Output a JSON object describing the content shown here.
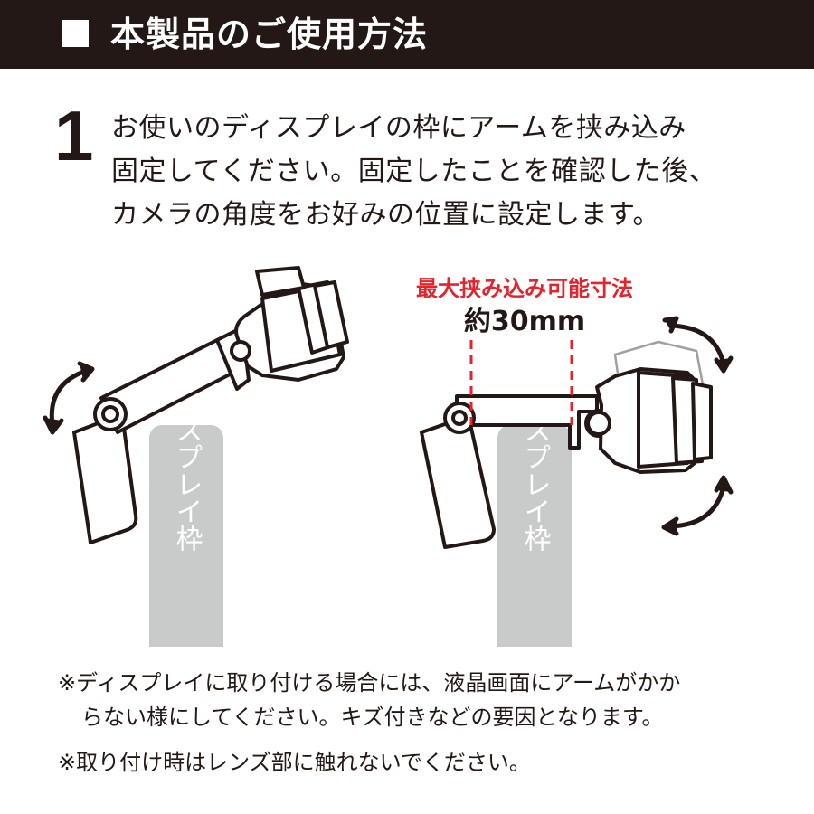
{
  "header": {
    "title": "本製品のご使用方法"
  },
  "step": {
    "number": "1",
    "lines": [
      "お使いのディスプレイの枠にアームを挟み込み",
      "固定してください。固定したことを確認した後、",
      "カメラの角度をお好みの位置に設定します。"
    ]
  },
  "diagram": {
    "max_clamp_label": "最大挟み込み可能寸法",
    "max_clamp_value": "約30mm",
    "display_frame_label": "ディスプレイ枠",
    "accent_color": "#e8212a",
    "frame_color": "#c9caca"
  },
  "notes": {
    "note1_lines": [
      "※ディスプレイに取り付ける場合には、液晶画面にアームがかか",
      "らない様にしてください。キズ付きなどの要因となります。"
    ],
    "note2": "※取り付け時はレンズ部に触れないでください。"
  }
}
